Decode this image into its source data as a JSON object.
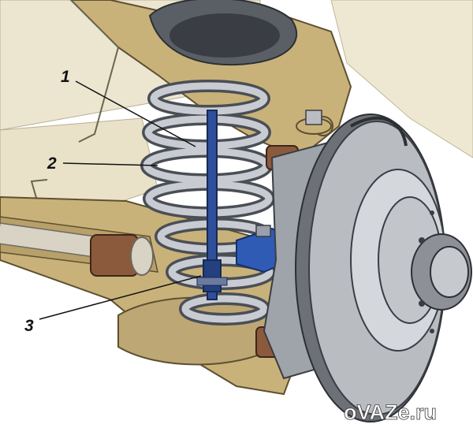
{
  "callouts": [
    {
      "id": "1",
      "label": "1"
    },
    {
      "id": "2",
      "label": "2"
    },
    {
      "id": "3",
      "label": "3"
    }
  ],
  "watermark": "oVAZe.ru",
  "colors": {
    "body_bg": "#ebe5cf",
    "arm": "#c9b27a",
    "arm_dark": "#8f7a48",
    "spring": "#9a9fa6",
    "spring_light": "#d6d9dd",
    "shock_rod": "#2f4f9a",
    "bracket": "#2f5bb5",
    "bushing": "#8b5a3c",
    "disc": "#b9bcc1",
    "disc_dark": "#6d7077"
  }
}
